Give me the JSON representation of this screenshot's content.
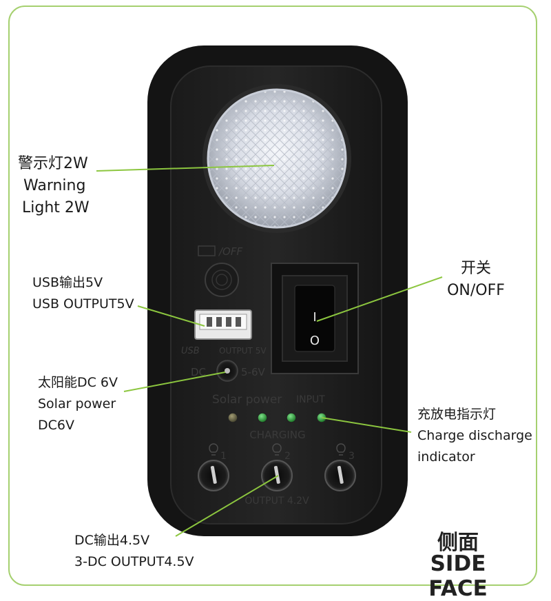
{
  "labels": {
    "warning_light": [
      "警示灯2W",
      "Warning",
      "Light 2W"
    ],
    "usb_output": [
      "USB输出5V",
      "USB OUTPUT5V"
    ],
    "solar_input": [
      "太阳能DC 6V",
      "Solar power",
      "DC6V"
    ],
    "dc_output": [
      "DC输出4.5V",
      "3-DC OUTPUT4.5V"
    ],
    "switch": [
      "开关",
      "ON/OFF"
    ],
    "indicator": [
      "充放电指示灯",
      "Charge discharge",
      "indicator"
    ]
  },
  "title": {
    "zh": "侧面",
    "en": "SIDE FACE"
  },
  "device_print": {
    "off": "/OFF",
    "usb": "USB",
    "usb_output": "OUTPUT 5V",
    "dc": "DC",
    "dc_range": "5-6V",
    "solar": "Solar  power",
    "input": "INPUT",
    "charging": "CHARGING",
    "port_1": "1",
    "port_2": "2",
    "port_3": "3",
    "output": "OUTPUT 4.2V",
    "switch_on": "I",
    "switch_off": "O"
  },
  "colors": {
    "frame": "#a5d06f",
    "callout_line": "#8cc63f",
    "led_green": "#2e9e3a",
    "led_off": "#6b6a4e"
  }
}
